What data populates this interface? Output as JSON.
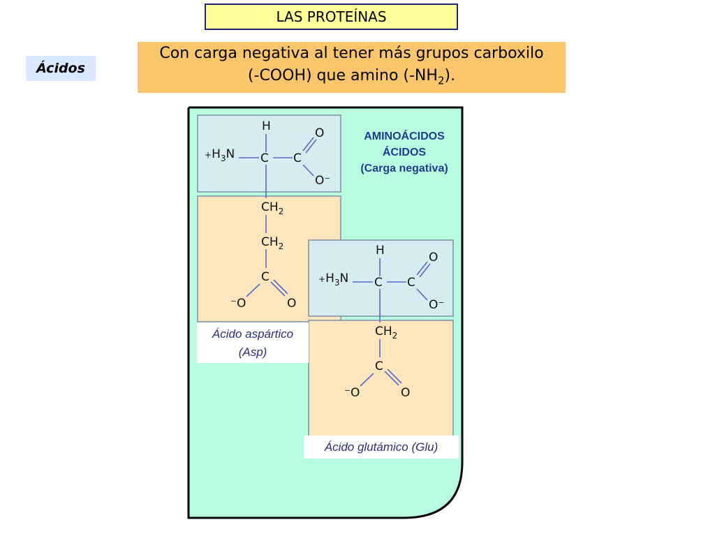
{
  "title": "LAS PROTEÍNAS",
  "category_label": "Ácidos",
  "description": {
    "line1": "Con carga negativa al tener más grupos carboxilo",
    "line2_prefix": "(-COOH) que amino (-NH",
    "line2_sub": "2",
    "line2_suffix": ")."
  },
  "panel_label": {
    "line1": "AMINOÁCIDOS",
    "line2": "ÁCIDOS",
    "line3": "(Carga negativa)"
  },
  "atoms": {
    "h": "H",
    "c": "C",
    "o": "O",
    "o_neg": "O⁻",
    "neg_o": "⁻O",
    "amine_plus": "+",
    "amine_h": "H",
    "amine_3": "3",
    "amine_n": "N",
    "ch": "CH",
    "ch_2": "2"
  },
  "asp_caption": {
    "line1": "Ácido aspártico",
    "line2": "(Asp)"
  },
  "glu_caption": "Ácido glutámico (Glu)",
  "colors": {
    "panel_bg": "#b9fde0",
    "amino_group": "#d6ecf1",
    "side_chain": "#fde5bd",
    "bond": "#5668c8",
    "title_bg": "#ffff99",
    "description_bg": "#fbc66b",
    "category_bg": "#d9e8ff"
  }
}
